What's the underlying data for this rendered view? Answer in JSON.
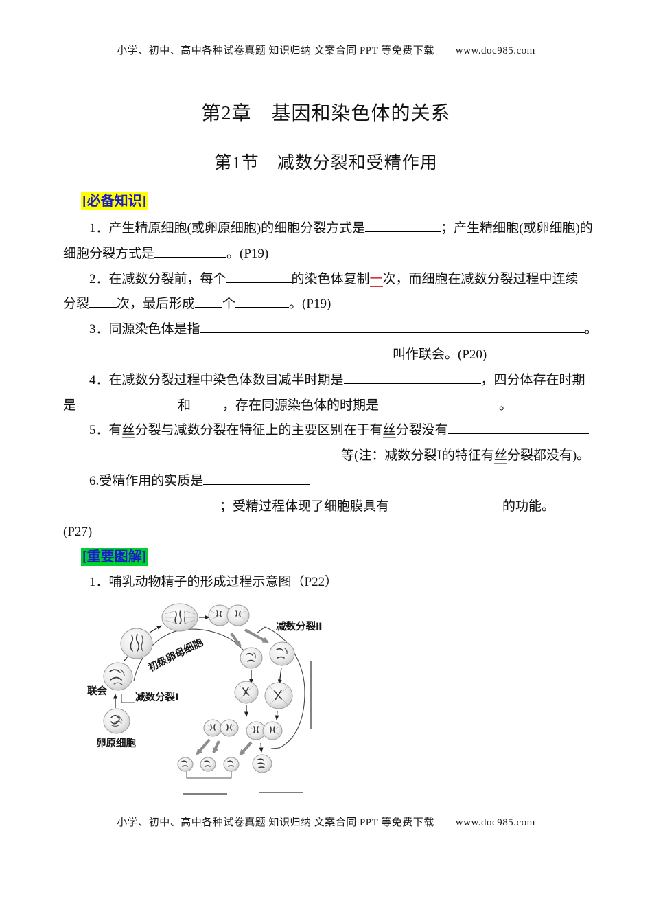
{
  "page": {
    "header": "小学、初中、高中各种试卷真题 知识归纳 文案合同 PPT 等免费下载　　www.doc985.com",
    "footer": "小学、初中、高中各种试卷真题 知识归纳 文案合同 PPT 等免费下载　　www.doc985.com"
  },
  "titles": {
    "chapter": "第2章　基因和染色体的关系",
    "section": "第1节　减数分裂和受精作用"
  },
  "tags": {
    "knowledge": {
      "label": "[必备知识]",
      "text_color": "#1a1acc",
      "bg_color": "#ffff00"
    },
    "figure": {
      "label": "[重要图解]",
      "text_color": "#1a1acc",
      "bg_color": "#00d02c"
    }
  },
  "accent_colors": {
    "correction_red": "#d43434"
  },
  "questions": {
    "lines": [
      {
        "indent": true,
        "segs": [
          {
            "t": "1．产生精原细胞(或卵原细胞)的细胞分裂方式是"
          },
          {
            "b": 110
          },
          {
            "t": "；产生精细胞(或卵细胞)的"
          }
        ]
      },
      {
        "indent": false,
        "segs": [
          {
            "t": "细胞分裂方式是"
          },
          {
            "b": 105
          },
          {
            "t": "。(P19)"
          }
        ]
      },
      {
        "indent": true,
        "segs": [
          {
            "t": "2．在减数分裂前，每个"
          },
          {
            "b": 95
          },
          {
            "t": "的染色体复制"
          },
          {
            "r": "一"
          },
          {
            "t": "次，而细胞在减数分裂过程中连续"
          }
        ]
      },
      {
        "indent": false,
        "segs": [
          {
            "t": "分裂"
          },
          {
            "b": 40
          },
          {
            "t": "次，最后形成"
          },
          {
            "b": 40
          },
          {
            "t": "个"
          },
          {
            "b": 78
          },
          {
            "t": "。(P19)"
          }
        ]
      },
      {
        "indent": true,
        "segs": [
          {
            "t": "3．同源染色体是指"
          },
          {
            "b": 560
          },
          {
            "t": "。"
          }
        ]
      },
      {
        "indent": false,
        "segs": [
          {
            "b": 480
          },
          {
            "t": "叫作联会。(P20)"
          }
        ]
      },
      {
        "indent": true,
        "segs": [
          {
            "t": "4．在减数分裂过程中染色体数目减半时期是"
          },
          {
            "b": 200
          },
          {
            "t": "，四分体存在时期"
          }
        ]
      },
      {
        "indent": false,
        "segs": [
          {
            "t": "是"
          },
          {
            "b": 148
          },
          {
            "t": "和"
          },
          {
            "b": 46
          },
          {
            "t": "，存在同源染色体的时期是"
          },
          {
            "b": 175
          },
          {
            "t": "。"
          }
        ]
      },
      {
        "indent": true,
        "segs": [
          {
            "t": "5．有"
          },
          {
            "m": "丝"
          },
          {
            "t": "分裂与减数分裂在特征上的主要区别在于有"
          },
          {
            "m": "丝"
          },
          {
            "t": "分裂没有"
          },
          {
            "b": 205
          }
        ]
      },
      {
        "indent": false,
        "segs": [
          {
            "b": 405
          },
          {
            "t": "等(注：减数分裂Ⅰ的特征有"
          },
          {
            "m": "丝"
          },
          {
            "t": "分裂都没有)。"
          }
        ]
      },
      {
        "indent": true,
        "segs": [
          {
            "t": "6.受精作用的实质是"
          },
          {
            "b": 155
          }
        ]
      },
      {
        "indent": false,
        "segs": [
          {
            "b": 228
          },
          {
            "t": "；受精过程体现了细胞膜具有"
          },
          {
            "b": 165
          },
          {
            "t": "的功能。"
          }
        ]
      },
      {
        "indent": false,
        "segs": [
          {
            "t": "(P27)"
          }
        ]
      }
    ]
  },
  "figure": {
    "caption": "1．哺乳动物精子的形成过程示意图（P22）",
    "labels": {
      "synapsis": "联会",
      "oogonium": "卵原细胞",
      "primary_oocyte": "初级卵母细胞",
      "meiosis1": "减数分裂Ⅰ",
      "meiosis2": "减数分裂Ⅱ"
    }
  }
}
